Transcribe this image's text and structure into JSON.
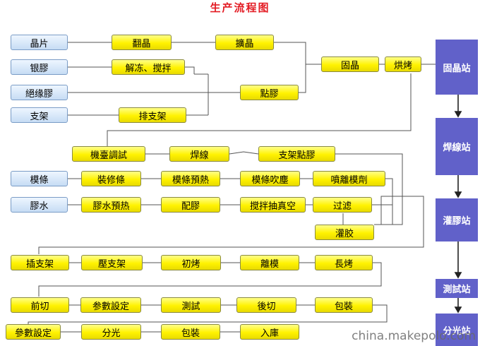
{
  "title": "生产流程图",
  "inputs": {
    "wafer": "晶片",
    "silver_paste": "银膠",
    "insulating_paste": "絕缘膠",
    "bracket": "支架",
    "mold_strip": "模條",
    "glue": "膠水"
  },
  "steps": {
    "flip_wafer": "翻晶",
    "expand_wafer": "擴晶",
    "thaw_stir": "解冻、搅拌",
    "dispense": "點膠",
    "arrange_bracket": "排支架",
    "die_bond": "固晶",
    "bake": "烘烤",
    "machine_adjust": "機臺調試",
    "wire_bond": "焊線",
    "bracket_dispense": "支架點膠",
    "mount_strip": "裝修條",
    "preheat_strip": "模條預熱",
    "blow_dust": "模條吹塵",
    "spray_release": "噴離模劑",
    "preheat_glue": "膠水預热",
    "mix_glue": "配膠",
    "vacuum_stir": "搅拌抽真空",
    "filter": "过滤",
    "pot_glue": "灌胶",
    "insert_bracket": "插支架",
    "press_bracket": "壓支架",
    "initial_bake": "初烤",
    "demold": "離模",
    "long_bake": "長烤",
    "front_cut": "前切",
    "param_set_1": "参數設定",
    "test": "測試",
    "rear_cut": "後切",
    "package_1": "包裝",
    "param_set_2": "參數設定",
    "binning": "分光",
    "package_2": "包裝",
    "warehouse": "入庫"
  },
  "stations": [
    "固晶站",
    "焊線站",
    "灌膠站",
    "測試站",
    "分光站"
  ],
  "watermark": "china.makepolo.com",
  "colors": {
    "title": "#e31b23",
    "step": "#fff200",
    "input": "#c6dcf4",
    "station": "#6161c9",
    "line": "#555555"
  }
}
